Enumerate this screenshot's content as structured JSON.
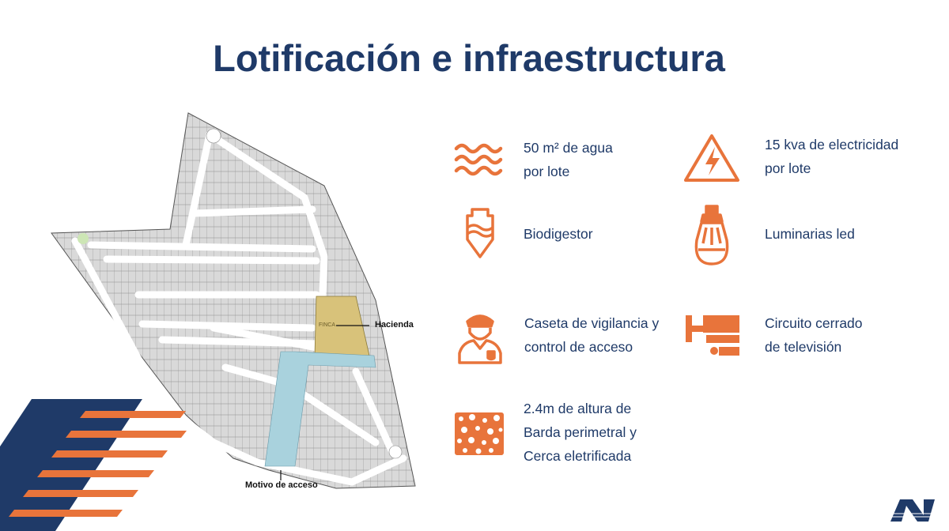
{
  "title": "Lotificación e infraestructura",
  "map": {
    "label_hacienda": "Hacienda",
    "label_access": "Motivo de acceso",
    "label_finca": "FINCA"
  },
  "features": [
    {
      "icon": "water-waves-icon",
      "line1": "50 m² de agua",
      "line2": "por lote",
      "line3": ""
    },
    {
      "icon": "biodigester-tank-icon",
      "line1": "Biodigestor",
      "line2": "",
      "line3": ""
    },
    {
      "icon": "security-guard-icon",
      "line1": "Caseta de vigilancia y",
      "line2": "control de acceso",
      "line3": ""
    },
    {
      "icon": "stone-wall-icon",
      "line1": "2.4m de altura de",
      "line2": "Barda perimetral y",
      "line3": "Cerca eletrificada"
    },
    {
      "icon": "electricity-warning-icon",
      "line1": "15 kva de electricidad",
      "line2": "por lote",
      "line3": ""
    },
    {
      "icon": "led-bulb-icon",
      "line1": "Luminarias led",
      "line2": "",
      "line3": ""
    },
    {
      "icon": "cctv-camera-icon",
      "line1": "Circuito cerrado",
      "line2": "de televisión",
      "line3": ""
    }
  ],
  "colors": {
    "navy": "#1f3a68",
    "orange": "#e8743b",
    "lot_gray": "#d9d9d9",
    "road": "#ffffff",
    "hacienda": "#d8c27a",
    "access": "#a9d2dd"
  }
}
